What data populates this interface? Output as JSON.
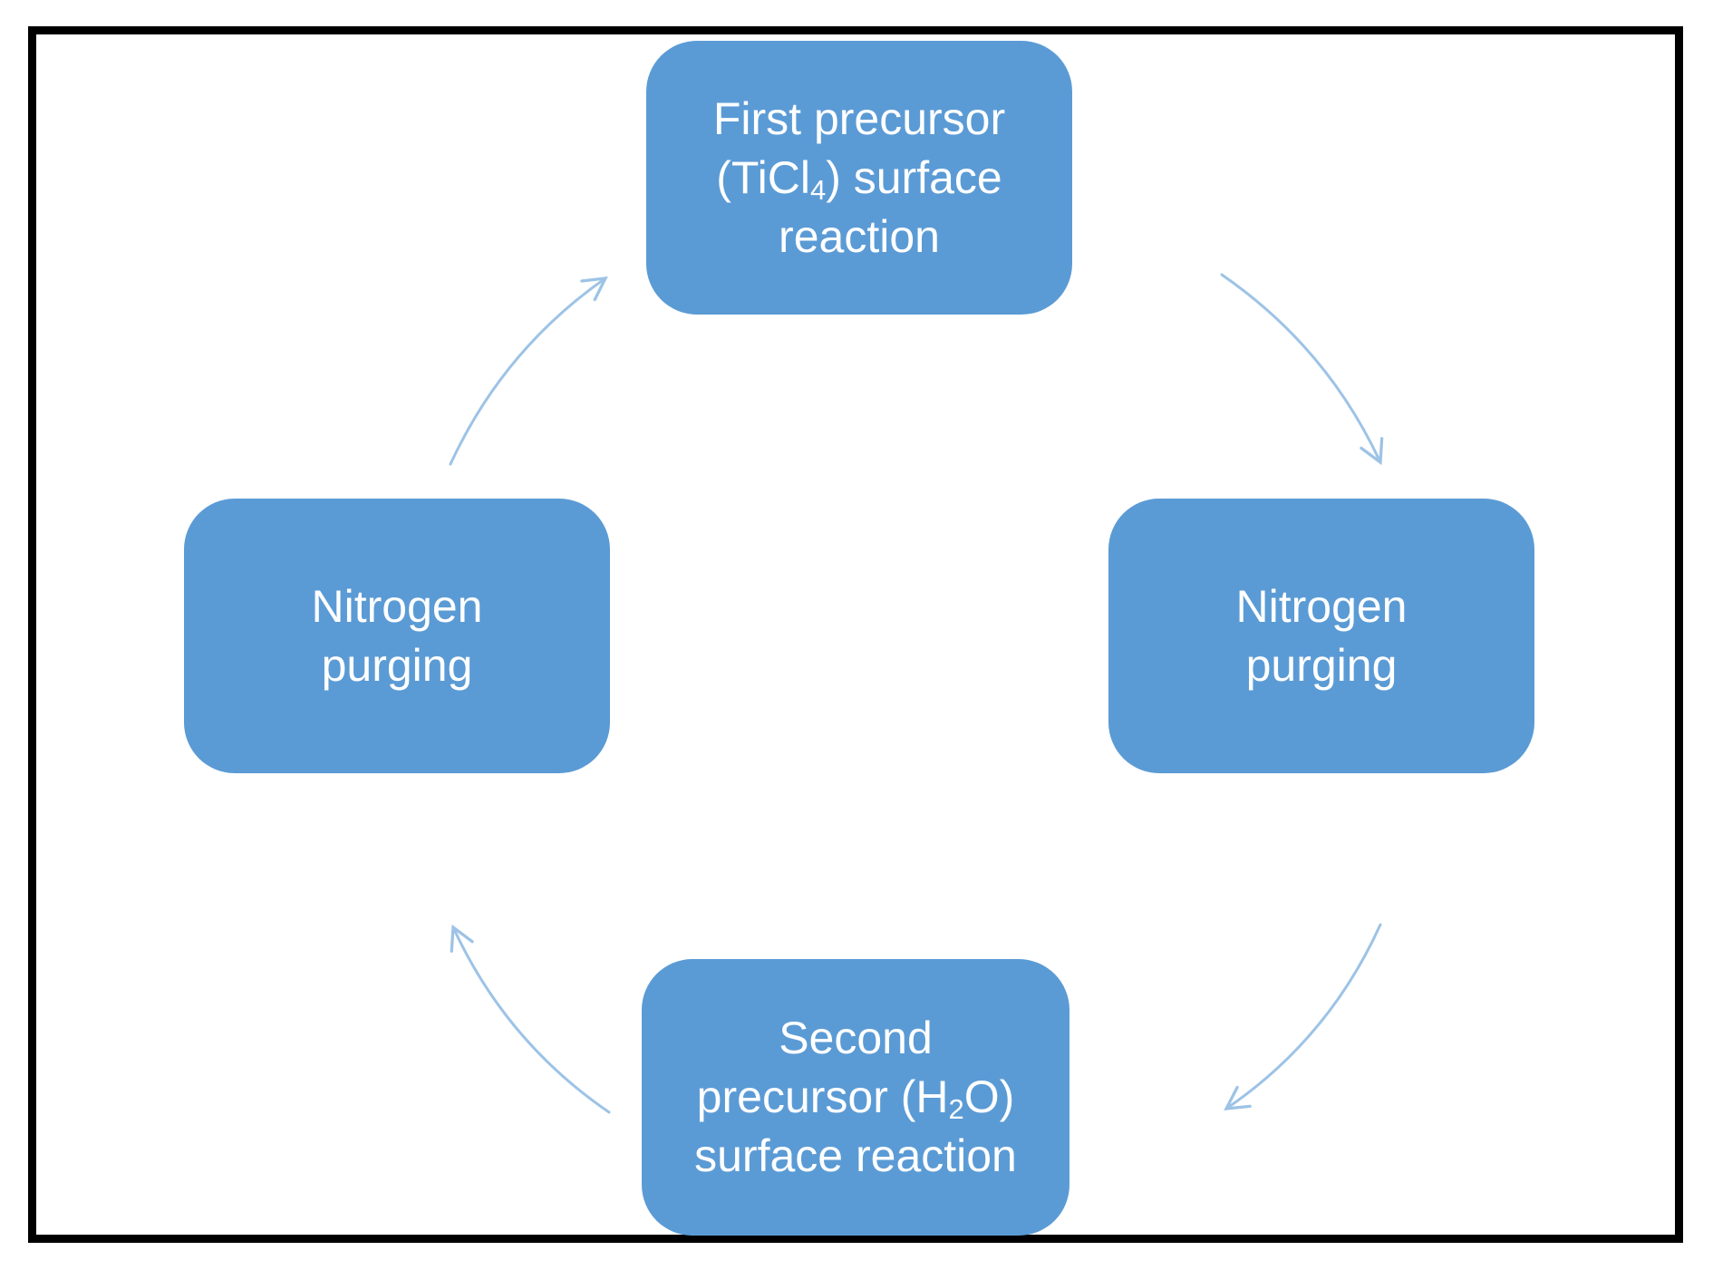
{
  "colors": {
    "box_fill": "#5b9bd5",
    "box_text": "#ffffff",
    "arrow": "#9dc3e6",
    "frame_border": "#000000",
    "background": "#ffffff"
  },
  "top_box": {
    "line1": "First precursor",
    "line2_pre": "(TiCl",
    "line2_sub": "4",
    "line2_post": ") surface",
    "line3": "reaction"
  },
  "right_box": {
    "line1": "Nitrogen",
    "line2": "purging"
  },
  "bottom_box": {
    "line1": "Second",
    "line2_pre": "precursor (H",
    "line2_sub": "2",
    "line2_post": "O)",
    "line3": "surface reaction"
  },
  "left_box": {
    "line1": "Nitrogen",
    "line2": "purging"
  }
}
